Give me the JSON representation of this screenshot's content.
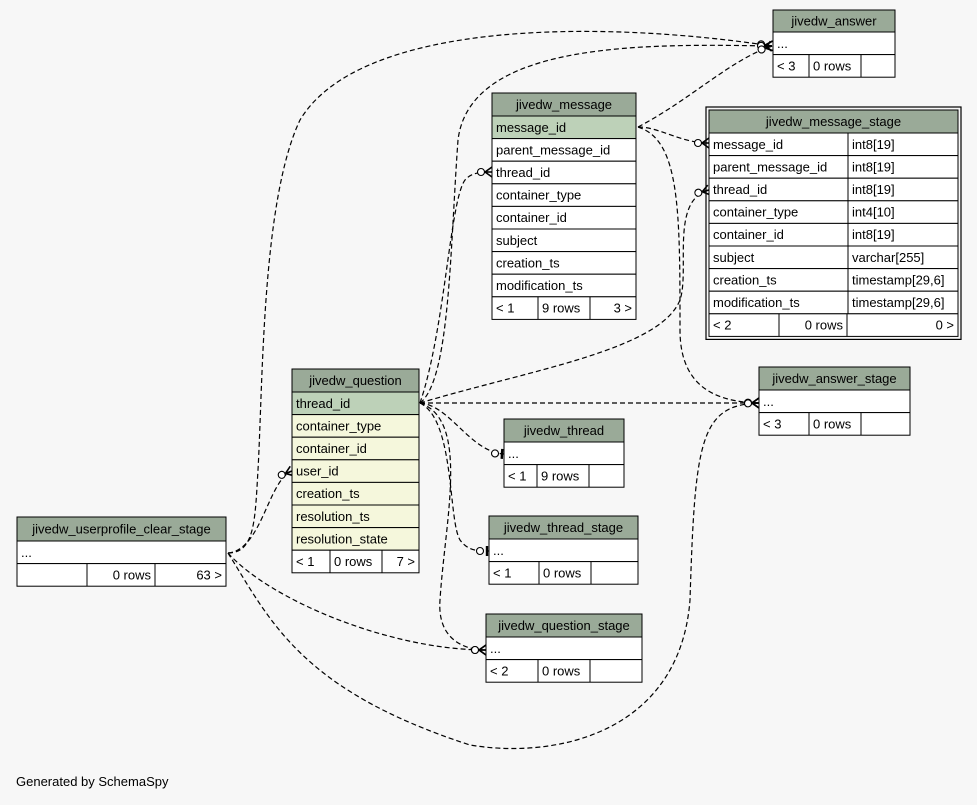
{
  "footer": "Generated by SchemaSpy",
  "colors": {
    "background": "#f7f7f7",
    "header": "#9aaa98",
    "key_column": "#bdd1b8",
    "table_body": "#ffffff",
    "selected_body": "#f5f7dc",
    "line": "#000000"
  },
  "tables": [
    {
      "id": "jivedw_answer",
      "name": "jivedw_answer",
      "columns": [
        {
          "name": "..."
        }
      ],
      "footer": [
        "< 3",
        "0 rows",
        ""
      ]
    },
    {
      "id": "jivedw_message",
      "name": "jivedw_message",
      "columns": [
        {
          "name": "message_id",
          "key": true
        },
        {
          "name": "parent_message_id"
        },
        {
          "name": "thread_id"
        },
        {
          "name": "container_type"
        },
        {
          "name": "container_id"
        },
        {
          "name": "subject"
        },
        {
          "name": "creation_ts"
        },
        {
          "name": "modification_ts"
        }
      ],
      "footer": [
        "< 1",
        "9 rows",
        "3 >"
      ]
    },
    {
      "id": "jivedw_message_stage",
      "name": "jivedw_message_stage",
      "columns": [
        {
          "name": "message_id",
          "type": "int8[19]"
        },
        {
          "name": "parent_message_id",
          "type": "int8[19]"
        },
        {
          "name": "thread_id",
          "type": "int8[19]"
        },
        {
          "name": "container_type",
          "type": "int4[10]"
        },
        {
          "name": "container_id",
          "type": "int8[19]"
        },
        {
          "name": "subject",
          "type": "varchar[255]"
        },
        {
          "name": "creation_ts",
          "type": "timestamp[29,6]"
        },
        {
          "name": "modification_ts",
          "type": "timestamp[29,6]"
        }
      ],
      "footer": [
        "< 2",
        "0 rows",
        "0 >"
      ]
    },
    {
      "id": "jivedw_question",
      "name": "jivedw_question",
      "columns": [
        {
          "name": "thread_id",
          "key": true
        },
        {
          "name": "container_type"
        },
        {
          "name": "container_id"
        },
        {
          "name": "user_id"
        },
        {
          "name": "creation_ts"
        },
        {
          "name": "resolution_ts"
        },
        {
          "name": "resolution_state"
        }
      ],
      "footer": [
        "< 1",
        "0 rows",
        "7 >"
      ]
    },
    {
      "id": "jivedw_answer_stage",
      "name": "jivedw_answer_stage",
      "columns": [
        {
          "name": "..."
        }
      ],
      "footer": [
        "< 3",
        "0 rows",
        ""
      ]
    },
    {
      "id": "jivedw_thread",
      "name": "jivedw_thread",
      "columns": [
        {
          "name": "..."
        }
      ],
      "footer": [
        "< 1",
        "9 rows",
        ""
      ]
    },
    {
      "id": "jivedw_thread_stage",
      "name": "jivedw_thread_stage",
      "columns": [
        {
          "name": "..."
        }
      ],
      "footer": [
        "< 1",
        "0 rows",
        ""
      ]
    },
    {
      "id": "jivedw_question_stage",
      "name": "jivedw_question_stage",
      "columns": [
        {
          "name": "..."
        }
      ],
      "footer": [
        "< 2",
        "0 rows",
        ""
      ]
    },
    {
      "id": "jivedw_userprofile_clear_stage",
      "name": "jivedw_userprofile_clear_stage",
      "columns": [
        {
          "name": "..."
        }
      ],
      "footer": [
        "",
        "0 rows",
        "63 >"
      ]
    }
  ]
}
